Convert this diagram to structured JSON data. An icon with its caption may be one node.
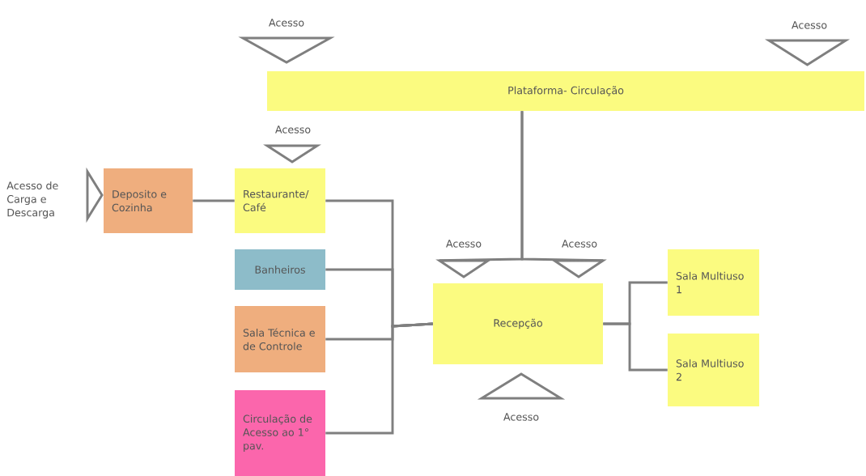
{
  "diagram": {
    "nodes": [
      {
        "text": [],
        "shape": "triangle",
        "beside": [
          "Acesso"
        ]
      },
      {
        "text": [],
        "shape": "triangle",
        "beside": [
          "Acesso"
        ]
      },
      {
        "text": [
          "Plataforma- Circulação"
        ]
      },
      {
        "text": [],
        "shape": "triangle",
        "beside": [
          "Acesso"
        ]
      },
      {
        "text": [],
        "shape": "triangle",
        "beside": [
          "Acesso de Carga e Descarga"
        ]
      },
      {
        "text": [
          "Deposito e Cozinha"
        ]
      },
      {
        "text": [
          "Restaurante/ Café"
        ]
      },
      {
        "text": [],
        "shape": "triangle",
        "beside": [
          "Acesso"
        ]
      },
      {
        "text": [],
        "shape": "triangle",
        "beside": [
          "Acesso"
        ]
      },
      {
        "text": [
          "Banheiros"
        ]
      },
      {
        "text": [
          "Sala Técnica e de Controle"
        ]
      },
      {
        "text": [
          "Recepção"
        ]
      },
      {
        "text": [
          "Sala Multiuso 1"
        ]
      },
      {
        "text": [
          "Sala Multiuso 2"
        ]
      },
      {
        "text": [
          "Circulação de Acesso ao 1° pav."
        ]
      },
      {
        "text": [],
        "shape": "triangle",
        "beside": [
          "Acesso"
        ]
      }
    ],
    "edges": [
      {
        "from": 2,
        "to": 7,
        "arrow": "none"
      },
      {
        "from": 2,
        "to": 8,
        "arrow": "none"
      },
      {
        "from": 5,
        "to": 6,
        "arrow": "none"
      },
      {
        "from": 6,
        "to": 11,
        "arrow": "none"
      },
      {
        "from": 9,
        "to": 11,
        "arrow": "none"
      },
      {
        "from": 10,
        "to": 11,
        "arrow": "none"
      },
      {
        "from": 14,
        "to": 11,
        "arrow": "none"
      },
      {
        "from": 11,
        "to": 12,
        "arrow": "none"
      },
      {
        "from": 11,
        "to": 13,
        "arrow": "none"
      }
    ]
  }
}
